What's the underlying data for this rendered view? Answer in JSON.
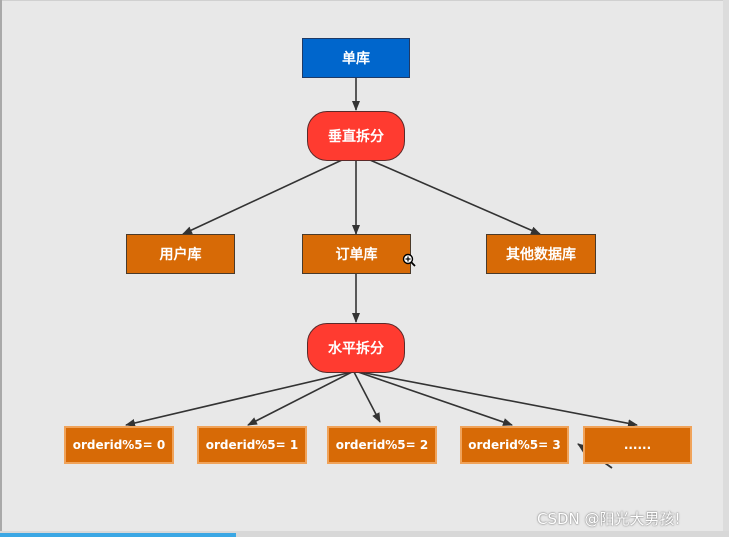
{
  "nodes": {
    "single_db": "单库",
    "vertical_split": "垂直拆分",
    "user_db": "用户库",
    "order_db": "订单库",
    "other_db": "其他数据库",
    "horizontal_split": "水平拆分",
    "shard0": "orderid%5= 0",
    "shard1": "orderid%5= 1",
    "shard2": "orderid%5= 2",
    "shard3": "orderid%5= 3",
    "shard_more": "......"
  },
  "watermark": "CSDN @阳光大男孩!",
  "colors": {
    "blue": "#0066cc",
    "orange": "#d76a06",
    "red": "#ff3b30",
    "background": "#e8e8e8"
  },
  "icons": {
    "cursor": "zoom-in-cursor-icon"
  }
}
